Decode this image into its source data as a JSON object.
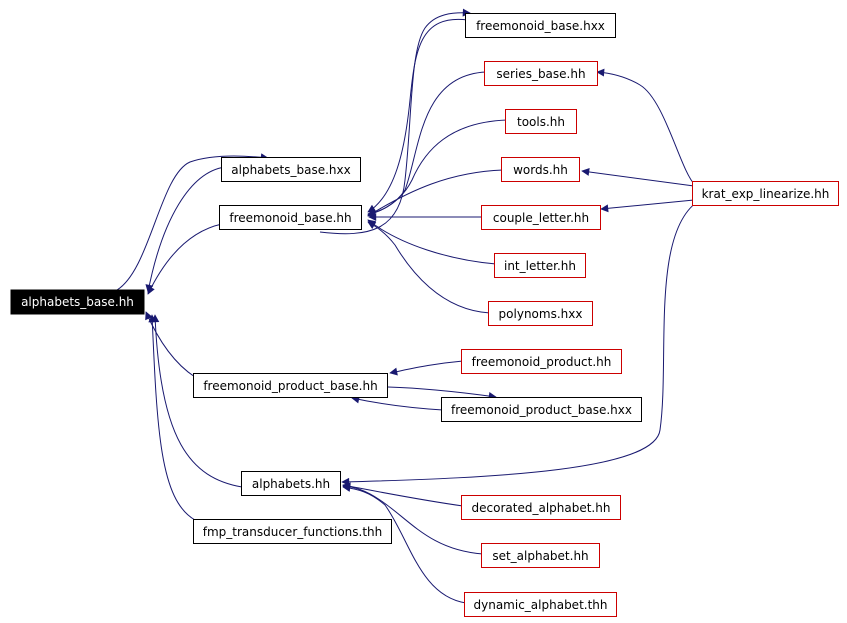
{
  "colors": {
    "edge": "#191970",
    "local_border": "#000000",
    "external_border": "#cc0000",
    "root_fill": "#000000",
    "root_text": "#ffffff"
  },
  "nodes": {
    "alphabets_base_hh": "alphabets_base.hh",
    "alphabets_base_hxx": "alphabets_base.hxx",
    "freemonoid_base_hh": "freemonoid_base.hh",
    "freemonoid_base_hxx": "freemonoid_base.hxx",
    "series_base_hh": "series_base.hh",
    "tools_hh": "tools.hh",
    "words_hh": "words.hh",
    "couple_letter_hh": "couple_letter.hh",
    "int_letter_hh": "int_letter.hh",
    "polynoms_hxx": "polynoms.hxx",
    "krat_exp_linearize_hh": "krat_exp_linearize.hh",
    "freemonoid_product_hh": "freemonoid_product.hh",
    "freemonoid_product_base_hh": "freemonoid_product_base.hh",
    "freemonoid_product_base_hxx": "freemonoid_product_base.hxx",
    "alphabets_hh": "alphabets.hh",
    "fmp_transducer_functions_thh": "fmp_transducer_functions.thh",
    "decorated_alphabet_hh": "decorated_alphabet.hh",
    "set_alphabet_hh": "set_alphabet.hh",
    "dynamic_alphabet_thh": "dynamic_alphabet.thh"
  }
}
